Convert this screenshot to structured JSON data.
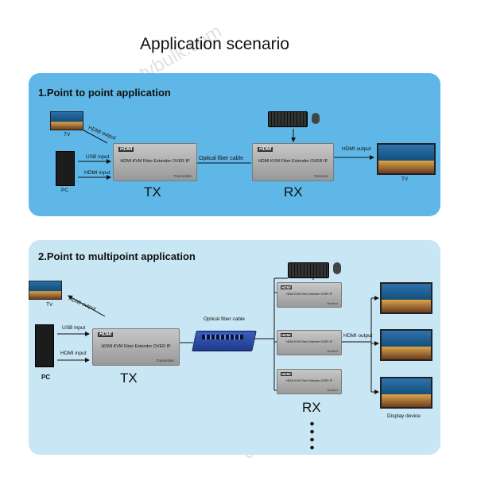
{
  "title": "Application scenario",
  "watermark": "cctvbulk.com",
  "scenario1": {
    "heading": "1.Point to point application",
    "tv_left": "TV",
    "hdmi_output_left": "HDMI output",
    "usb_input": "USB input",
    "hdmi_input": "HDMI input",
    "pc": "PC",
    "tx_logo": "HDMI",
    "tx_label": "HDMI KVM Fiber Extender OVER IP",
    "tx_sub": "Transmitter",
    "tx_big": "TX",
    "cable": "Optical fiber cable",
    "rx_logo": "HDMI",
    "rx_label": "HDMI KVM Fiber Extender OVER IP",
    "rx_sub": "Receiver",
    "rx_big": "RX",
    "hdmi_output_right": "HDMI output",
    "tv_right": "TV"
  },
  "scenario2": {
    "heading": "2.Point to multipoint application",
    "tv_left": "TV",
    "hdmi_output_left": "HDMI output",
    "usb_input": "USB input",
    "hdmi_input": "HDMI input",
    "pc": "PC",
    "tx_logo": "HDMI",
    "tx_label": "HDMI KVM Fiber Extender OVER IP",
    "tx_sub": "Transmitter",
    "tx_big": "TX",
    "cable": "Optical fiber cable",
    "rx_units": [
      {
        "logo": "HDMI",
        "label": "HDMI KVM Fiber Extender OVER IP",
        "sub": "Receiver"
      },
      {
        "logo": "HDMI",
        "label": "HDMI KVM Fiber Extender OVER IP",
        "sub": "Receiver"
      },
      {
        "logo": "HDMI",
        "label": "HDMI KVM Fiber Extender OVER IP",
        "sub": "Receiver"
      }
    ],
    "hdmi_output": "HDMI output",
    "rx_big": "RX",
    "display_device": "Display device"
  }
}
